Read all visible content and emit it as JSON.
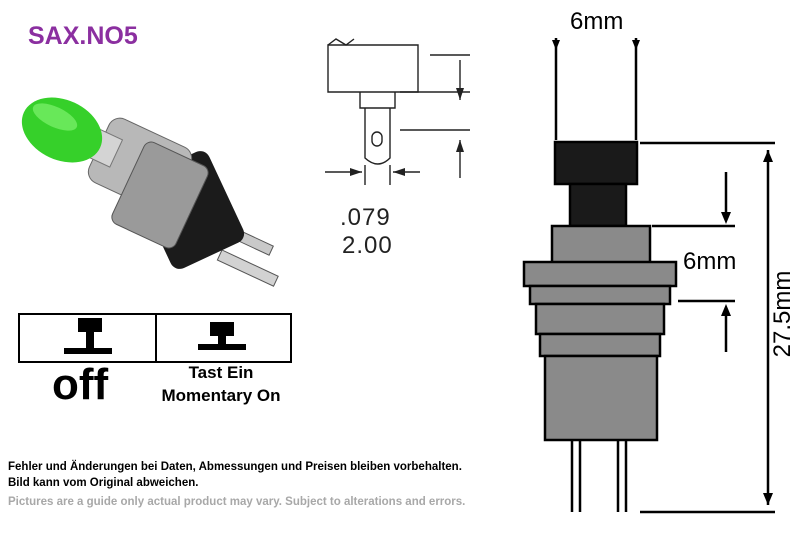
{
  "title": "SAX.NO5",
  "pin_dims": {
    "inch": ".079",
    "mm": "2.00"
  },
  "dims": {
    "cap_width": "6mm",
    "thread": "6mm",
    "length": "27.5mm"
  },
  "table": {
    "state": "off",
    "function_de": "Tast Ein",
    "function_en": "Momentary On"
  },
  "disclaimer": {
    "line1": "Fehler und Änderungen bei Daten, Abmessungen und Preisen bleiben vorbehalten.",
    "line2": "Bild kann vom Original abweichen.",
    "line3": "Pictures are a guide only actual product may vary. Subject to alterations and errors."
  },
  "colors": {
    "title": "#8b2fa0",
    "cap": "#36d02a",
    "body_gray": "#8a8a8a",
    "note_gray": "#a8a8a8"
  }
}
